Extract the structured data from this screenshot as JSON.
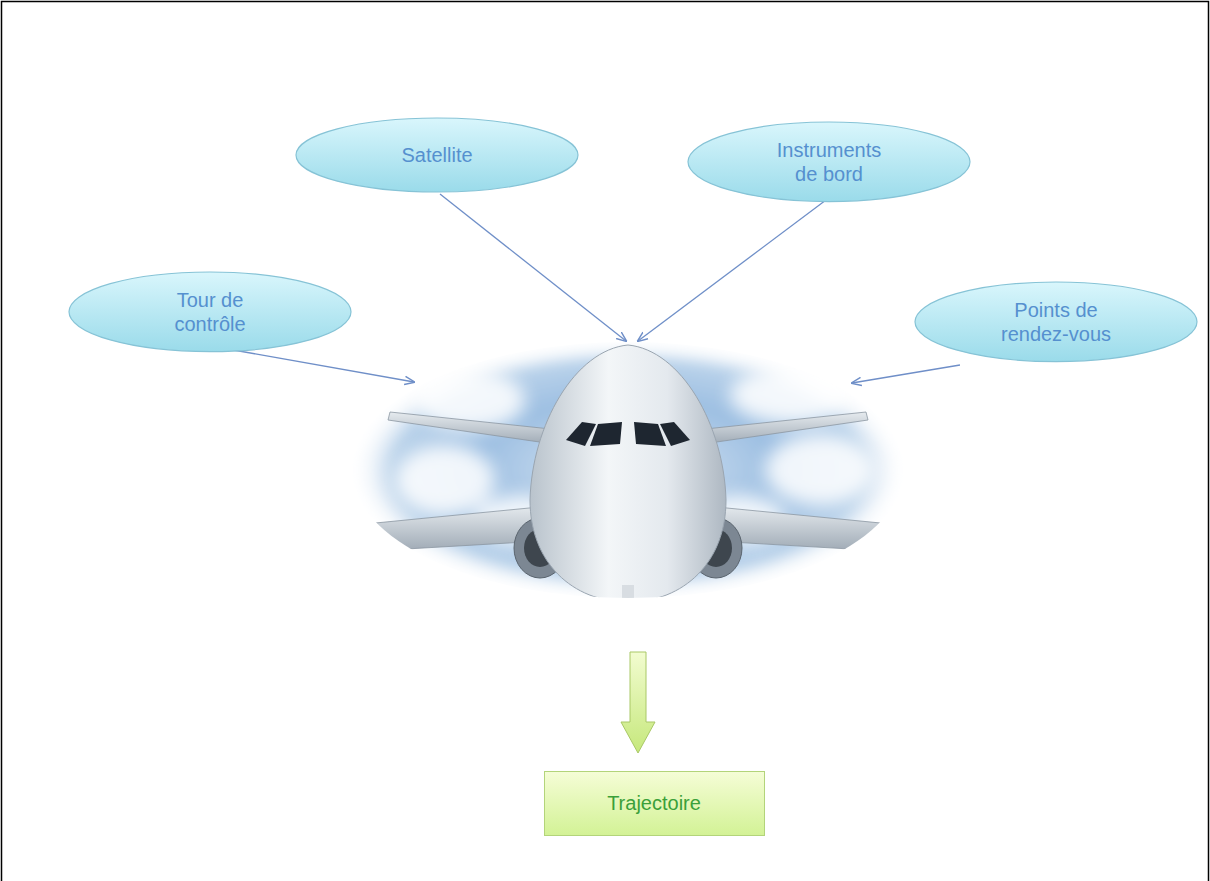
{
  "diagram": {
    "nodes": [
      {
        "text": [
          "Satellite"
        ]
      },
      {
        "text": [
          "Instruments de bord"
        ]
      },
      {
        "text": [
          "Tour de contrôle"
        ]
      },
      {
        "text": [
          "Points de rendez-vous"
        ]
      },
      {
        "text": [
          "Trajectoire"
        ]
      }
    ]
  }
}
